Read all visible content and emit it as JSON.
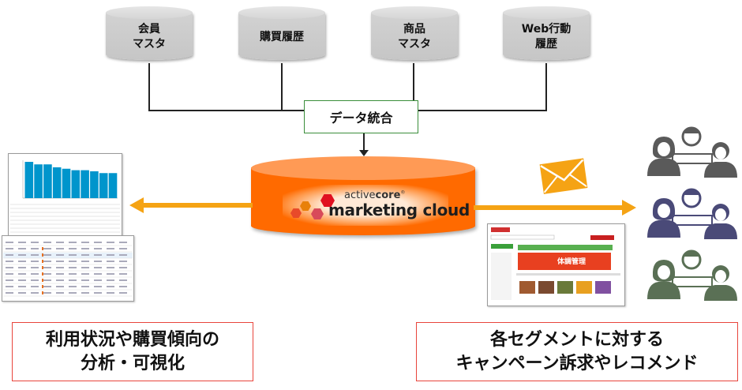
{
  "sources": [
    {
      "label": "会員\nマスタ"
    },
    {
      "label": "購買履歴"
    },
    {
      "label": "商品\nマスタ"
    },
    {
      "label": "Web行動\n履歴"
    }
  ],
  "integration": {
    "label": "データ統合"
  },
  "platform": {
    "logo_prefix": "active",
    "logo_bold": "core",
    "logo_mark": "®",
    "logo_product": "marketing cloud"
  },
  "outputs": {
    "left_caption": "利用状況や購買傾向の\n分析・可視化",
    "right_caption": "各セグメントに対する\nキャンペーン訴求やレコメンド"
  },
  "icons": {
    "mail": "envelope-icon",
    "segments": [
      "people-group-icon",
      "people-group-icon",
      "people-group-icon"
    ]
  },
  "colors": {
    "platform_orange": "#ff6a00",
    "arrow_orange": "#f5a314",
    "integration_border": "#3a8d3a",
    "caption_border": "#e8453c",
    "segment_gray": "#5a5a5a",
    "segment_navy": "#4a4a78",
    "segment_green": "#5a7055",
    "chart_bar_blue": "#0095cc"
  },
  "mini_chart": {
    "bar_levels": [
      1.0,
      0.93,
      0.93,
      0.85,
      0.81,
      0.77,
      0.77,
      0.74,
      0.69,
      0.69
    ]
  }
}
